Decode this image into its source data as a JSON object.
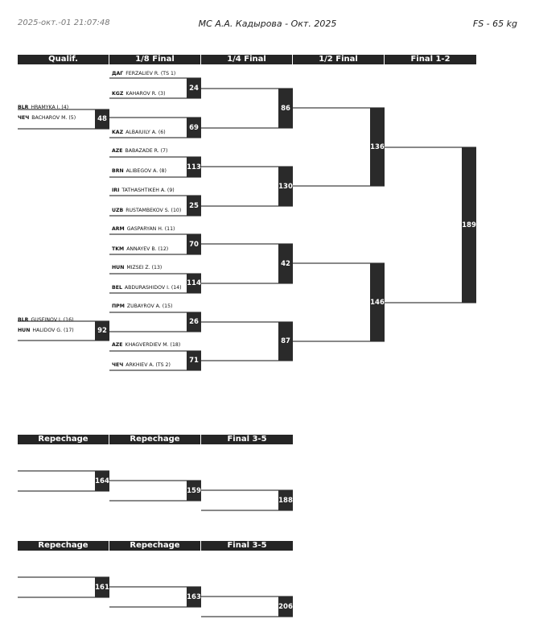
{
  "header": {
    "date": "2025-окт.-01 21:07:48",
    "title": "МС А.А. Кадырова - Окт. 2025",
    "category": "FS - 65 kg"
  },
  "main_columns": [
    "Qualif.",
    "1/8 Final",
    "1/4 Final",
    "1/2 Final",
    "Final 1-2"
  ],
  "repechage_columns": [
    "Repechage",
    "Repechage",
    "Final 3-5"
  ],
  "athletes": [
    {
      "code": "ДАГ",
      "name": "FERZALIEV R. (TS 1)"
    },
    {
      "code": "KGZ",
      "name": "KAHAROV R. (3)"
    },
    {
      "code": "BLR",
      "name": "HRAMYKA I. (4)"
    },
    {
      "code": "ЧЕЧ",
      "name": "BACHAROV M. (5)"
    },
    {
      "code": "KAZ",
      "name": "ALBAIUILY A. (6)"
    },
    {
      "code": "AZE",
      "name": "BABAZADE R. (7)"
    },
    {
      "code": "BRN",
      "name": "ALIBEGOV A. (8)"
    },
    {
      "code": "IRI",
      "name": "TATHASHTIKEH A. (9)"
    },
    {
      "code": "UZB",
      "name": "RUSTAMBEKOV S. (10)"
    },
    {
      "code": "ARM",
      "name": "GASPARYAN H. (11)"
    },
    {
      "code": "TKM",
      "name": "ANNAYEV B. (12)"
    },
    {
      "code": "HUN",
      "name": "MIZSEI Z. (13)"
    },
    {
      "code": "BEL",
      "name": "ABDURASHIDOV I. (14)"
    },
    {
      "code": "ПРМ",
      "name": "ZUBAYROV A. (15)"
    },
    {
      "code": "BLR",
      "name": "GUSEINOV I. (16)"
    },
    {
      "code": "HUN",
      "name": "HALIDOV G. (17)"
    },
    {
      "code": "AZE",
      "name": "KHAGVERDIEV M. (18)"
    },
    {
      "code": "ЧЕЧ",
      "name": "ARKHIEV A. (TS 2)"
    }
  ],
  "matches": {
    "qualif": [
      "48",
      "92"
    ],
    "eighth": [
      "24",
      "69",
      "113",
      "25",
      "70",
      "114",
      "26",
      "71"
    ],
    "quarter": [
      "86",
      "130",
      "42",
      "87"
    ],
    "semi": [
      "136",
      "146"
    ],
    "final": "189",
    "repechage_1": [
      "164",
      "159",
      "188"
    ],
    "repechage_2": [
      "161",
      "163",
      "206"
    ]
  }
}
